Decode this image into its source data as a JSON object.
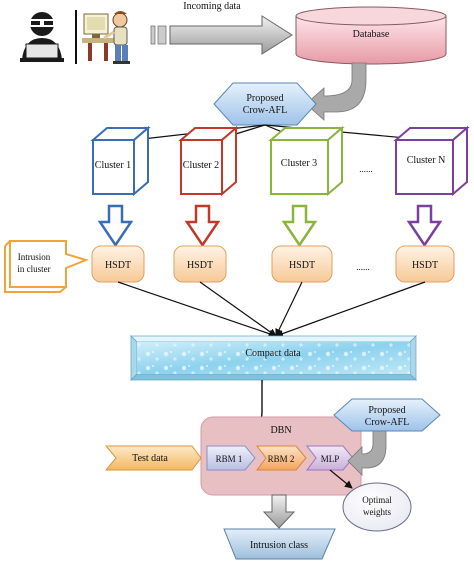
{
  "incoming_label": "Incoming data",
  "database_label": "Database",
  "proposed_top": {
    "line1": "Proposed",
    "line2": "Crow-AFL"
  },
  "clusters": [
    {
      "label": "Cluster 1",
      "color": "#3a6db5"
    },
    {
      "label": "Cluster 2",
      "color": "#c0392b"
    },
    {
      "label": "Cluster 3",
      "color": "#8ab43a"
    },
    {
      "label": "Cluster N",
      "color": "#7b3f9e"
    }
  ],
  "ellipsis": "......",
  "hsdt_label": "HSDT",
  "intrusion_cluster": {
    "line1": "Intrusion",
    "line2": "in cluster"
  },
  "compact_label": "Compact data",
  "dbn_label": "DBN",
  "test_label": "Test data",
  "rbm1": "RBM 1",
  "rbm2": "RBM 2",
  "mlp": "MLP",
  "proposed_bottom": {
    "line1": "Proposed",
    "line2": "Crow-AFL"
  },
  "optimal": {
    "line1": "Optimal",
    "line2": "weights"
  },
  "intrusion_class": "Intrusion class"
}
